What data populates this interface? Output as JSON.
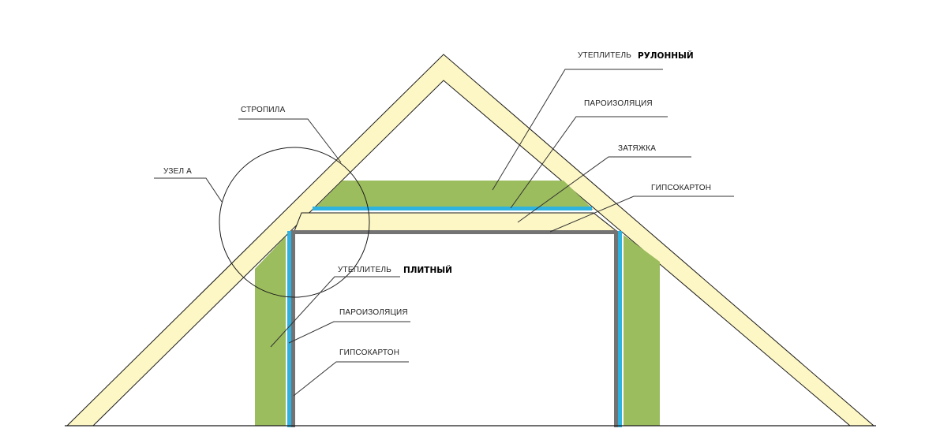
{
  "labels": {
    "insulation_roll_a": "УТЕПЛИТЕЛЬ",
    "insulation_roll_b": "РУЛОННЫЙ",
    "vapor_top": "ПАРОИЗОЛЯЦИЯ",
    "tie_beam": "ЗАТЯЖКА",
    "drywall_top": "ГИПСОКАРТОН",
    "rafters": "СТРОПИЛА",
    "node_a": "УЗЕЛ А",
    "insulation_slab_a": "УТЕПЛИТЕЛЬ",
    "insulation_slab_b": "ПЛИТНЫЙ",
    "vapor_wall": "ПАРОИЗОЛЯЦИЯ",
    "drywall_wall": "ГИПСОКАРТОН"
  },
  "colors": {
    "rafter_fill": "#fdf7c5",
    "outline": "#1a1a1a",
    "insulation": "#9cbd5e",
    "vapor_barrier": "#2eb3e0",
    "drywall": "#737373",
    "leader": "#333333"
  }
}
